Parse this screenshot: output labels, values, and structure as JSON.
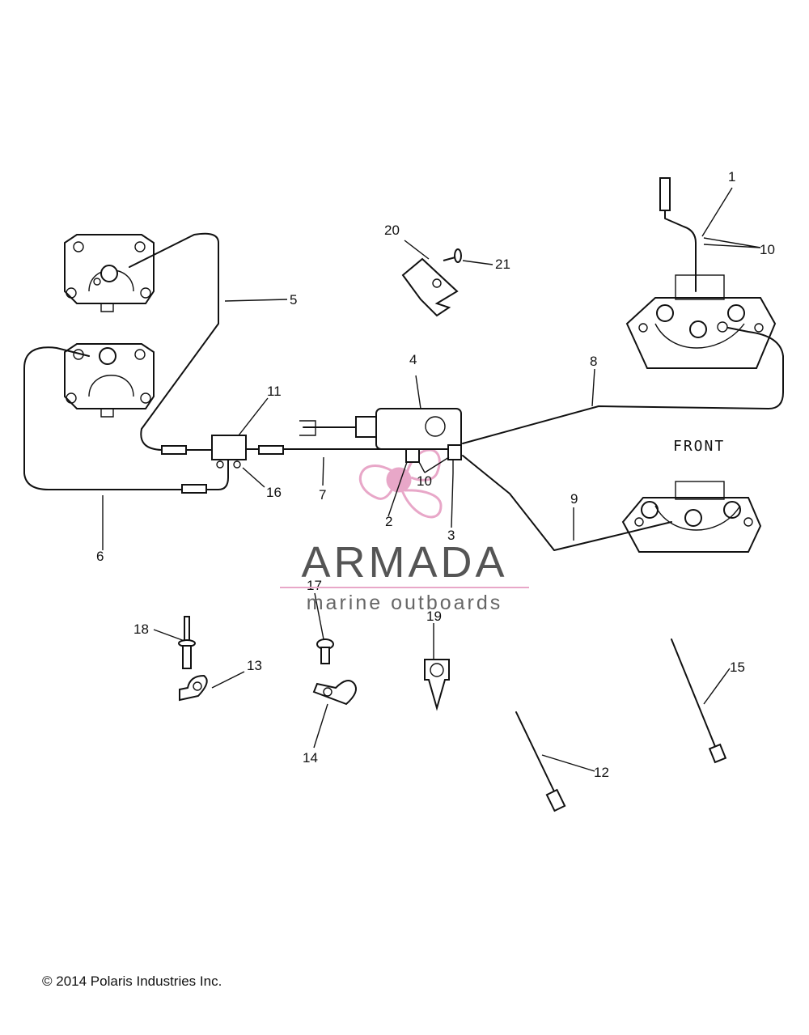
{
  "callouts": [
    {
      "id": "c1",
      "label": "1"
    },
    {
      "id": "c2",
      "label": "2"
    },
    {
      "id": "c3",
      "label": "3"
    },
    {
      "id": "c4",
      "label": "4"
    },
    {
      "id": "c5",
      "label": "5"
    },
    {
      "id": "c6",
      "label": "6"
    },
    {
      "id": "c7",
      "label": "7"
    },
    {
      "id": "c8",
      "label": "8"
    },
    {
      "id": "c9",
      "label": "9"
    },
    {
      "id": "c10a",
      "label": "10"
    },
    {
      "id": "c10b",
      "label": "10"
    },
    {
      "id": "c11",
      "label": "11"
    },
    {
      "id": "c12",
      "label": "12"
    },
    {
      "id": "c13",
      "label": "13"
    },
    {
      "id": "c14",
      "label": "14"
    },
    {
      "id": "c15",
      "label": "15"
    },
    {
      "id": "c16",
      "label": "16"
    },
    {
      "id": "c17",
      "label": "17"
    },
    {
      "id": "c18",
      "label": "18"
    },
    {
      "id": "c19",
      "label": "19"
    },
    {
      "id": "c20",
      "label": "20"
    },
    {
      "id": "c21",
      "label": "21"
    }
  ],
  "front_label": "FRONT",
  "watermark": {
    "name": "ARMADA",
    "tagline": "marine outboards",
    "accent_color": "#e8a7c8"
  },
  "copyright": "© 2014 Polaris Industries Inc.",
  "colors": {
    "line": "#111111",
    "background": "#ffffff"
  }
}
